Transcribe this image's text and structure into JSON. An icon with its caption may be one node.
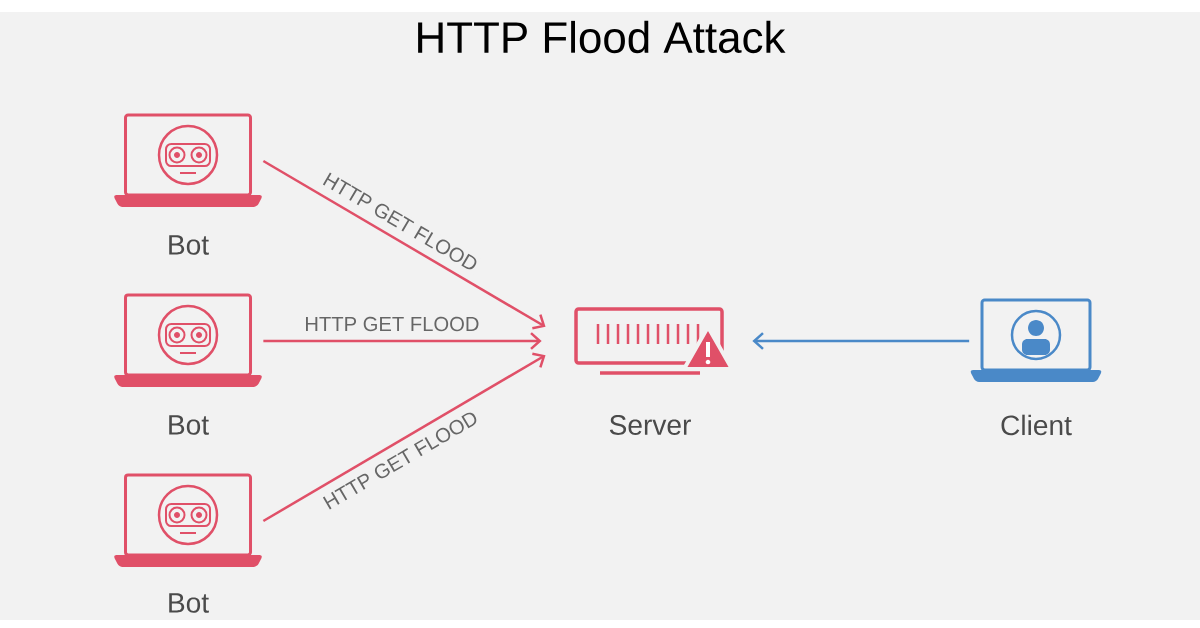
{
  "diagram": {
    "title": "HTTP Flood Attack",
    "nodes": [
      {
        "text": [
          "Bot"
        ]
      },
      {
        "text": [
          "Bot"
        ]
      },
      {
        "text": [
          "Bot"
        ]
      },
      {
        "text": [
          "Server"
        ]
      },
      {
        "text": [
          "Client"
        ]
      }
    ],
    "edges": [
      {
        "from": 0,
        "to": 3,
        "arrow": "to",
        "label": "HTTP GET FLOOD"
      },
      {
        "from": 1,
        "to": 3,
        "arrow": "to",
        "label": "HTTP GET FLOOD"
      },
      {
        "from": 2,
        "to": 3,
        "arrow": "to",
        "label": "HTTP GET FLOOD"
      },
      {
        "from": 4,
        "to": 3,
        "arrow": "to",
        "color": "#4a89c8"
      }
    ]
  }
}
